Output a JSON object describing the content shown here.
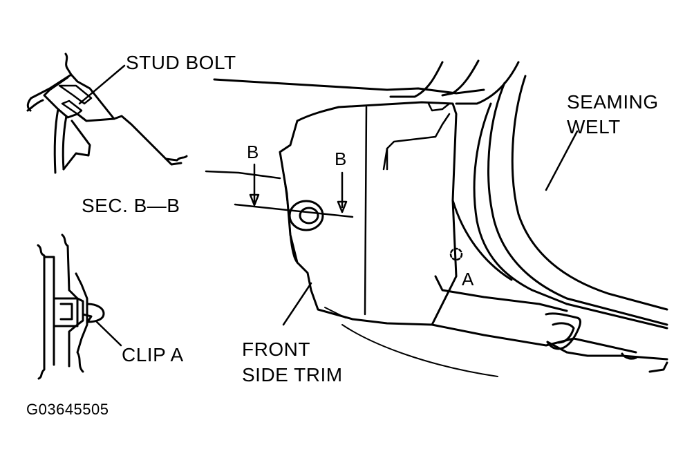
{
  "labels": {
    "stud_bolt": "STUD BOLT",
    "seaming_welt_1": "SEAMING",
    "seaming_welt_2": "WELT",
    "section": "SEC. B—B",
    "section_b_left": "B",
    "section_b_right": "B",
    "point_a": "A",
    "clip_a": "CLIP A",
    "front_side_trim_1": "FRONT",
    "front_side_trim_2": "SIDE TRIM",
    "figure_code": "G03645505"
  }
}
